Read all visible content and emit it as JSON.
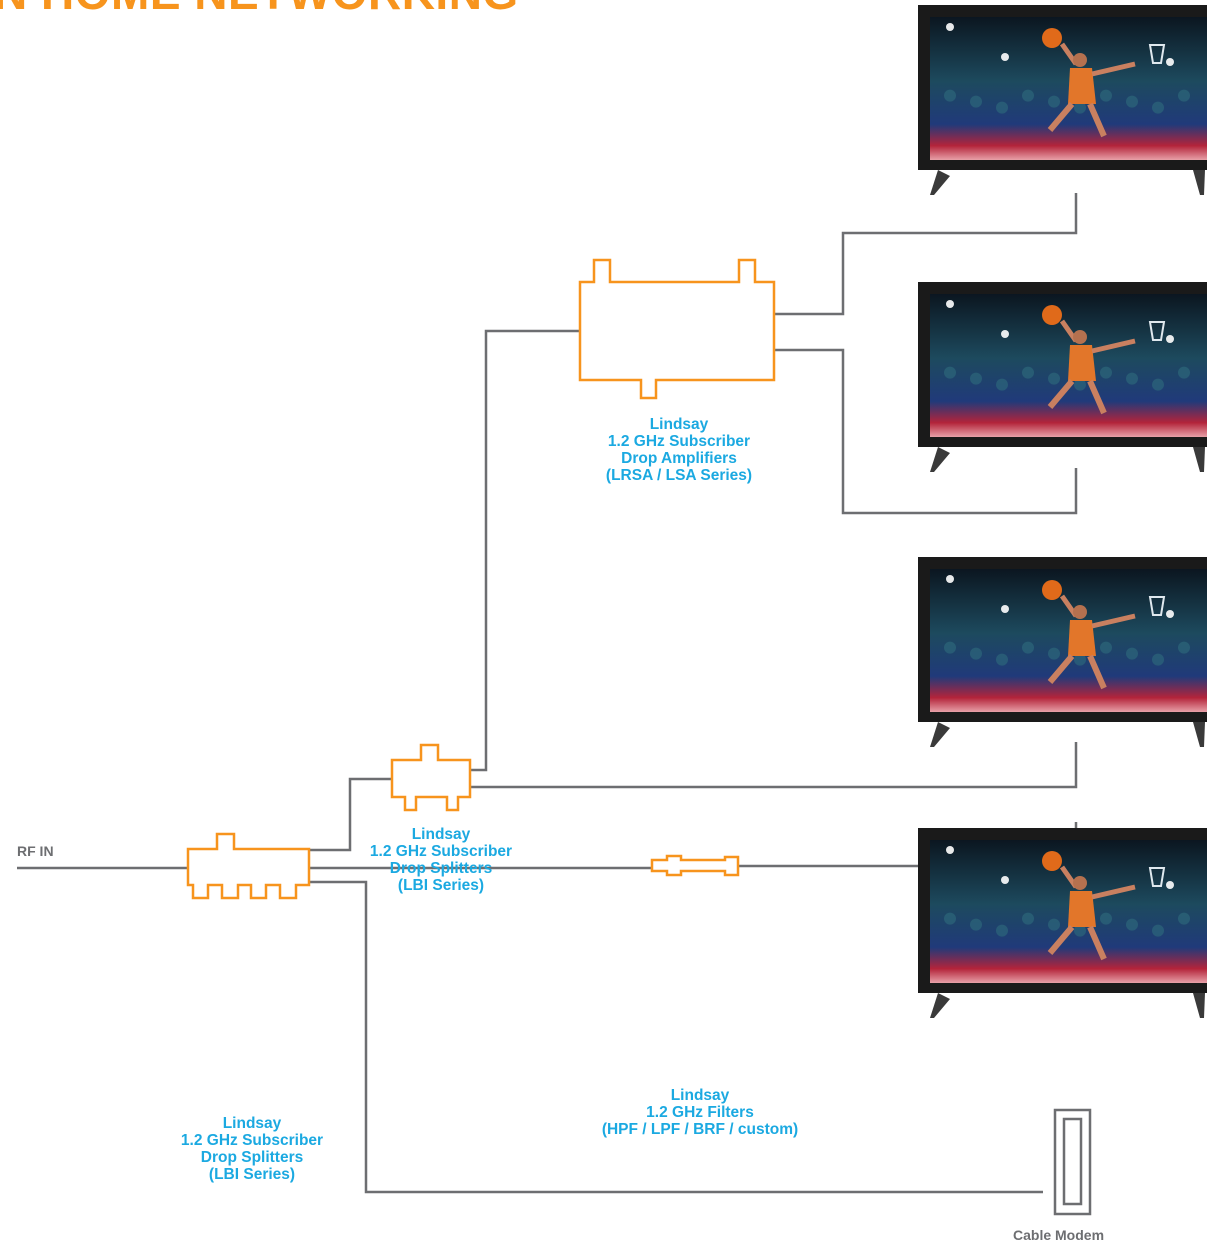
{
  "title": "N HOME NETWORKING",
  "colors": {
    "accent": "#f7941d",
    "label": "#1ba9e1",
    "line": "#6d6e71"
  },
  "rf_in": "RF IN",
  "labels": {
    "amplifier": [
      "Lindsay",
      "1.2 GHz Subscriber",
      "Drop Amplifiers",
      "(LRSA / LSA Series)"
    ],
    "splitter_mid": [
      "Lindsay",
      "1.2 GHz Subscriber",
      "Drop Splitters",
      "(LBI Series)"
    ],
    "splitter_main": [
      "Lindsay",
      "1.2 GHz Subscriber",
      "Drop Splitters",
      "(LBI Series)"
    ],
    "filter": [
      "Lindsay",
      "1.2 GHz Filters",
      "(HPF / LPF / BRF / custom)"
    ]
  },
  "cable_modem": "Cable Modem",
  "tvs": [
    {
      "image": "basketball-player-dunking"
    },
    {
      "image": "basketball-player-dunking"
    },
    {
      "image": "basketball-player-dunking"
    },
    {
      "image": "basketball-player-dunking"
    }
  ]
}
